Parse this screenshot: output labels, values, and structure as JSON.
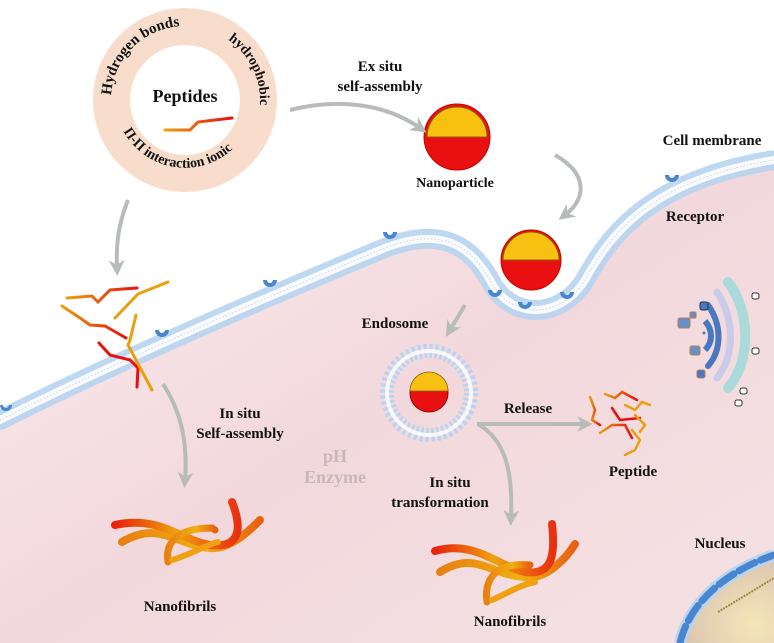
{
  "figure": {
    "title": "Peptide self-assembly: ex situ vs in situ",
    "peptide_ring": {
      "center_label": "Peptides",
      "interactions": [
        "Hydrogen bonds",
        "hydrophobic",
        "ionic",
        "Π-Π interaction"
      ]
    },
    "labels": {
      "ex_situ": [
        "Ex situ",
        "self-assembly"
      ],
      "nanoparticle": "Nanoparticle",
      "cell_membrane": "Cell membrane",
      "receptor": "Receptor",
      "endosome": "Endosome",
      "in_situ_self_assembly": [
        "In situ",
        "Self-assembly"
      ],
      "stimuli": [
        "pH",
        "Enzyme"
      ],
      "release": "Release",
      "in_situ_transformation": [
        "In situ",
        "transformation"
      ],
      "peptide": "Peptide",
      "nanofibrils_left": "Nanofibrils",
      "nanofibrils_right": "Nanofibrils",
      "nucleus": "Nucleus"
    },
    "colors": {
      "ring": "#f8dccc",
      "membrane": "#b8d4f0",
      "receptor": "#4a86cf",
      "cytoplasm": "#f0d4d8",
      "arrow": "#b8bcb8",
      "red": "#e81010",
      "yellow": "#f8c010",
      "orange": "#f09020"
    }
  }
}
